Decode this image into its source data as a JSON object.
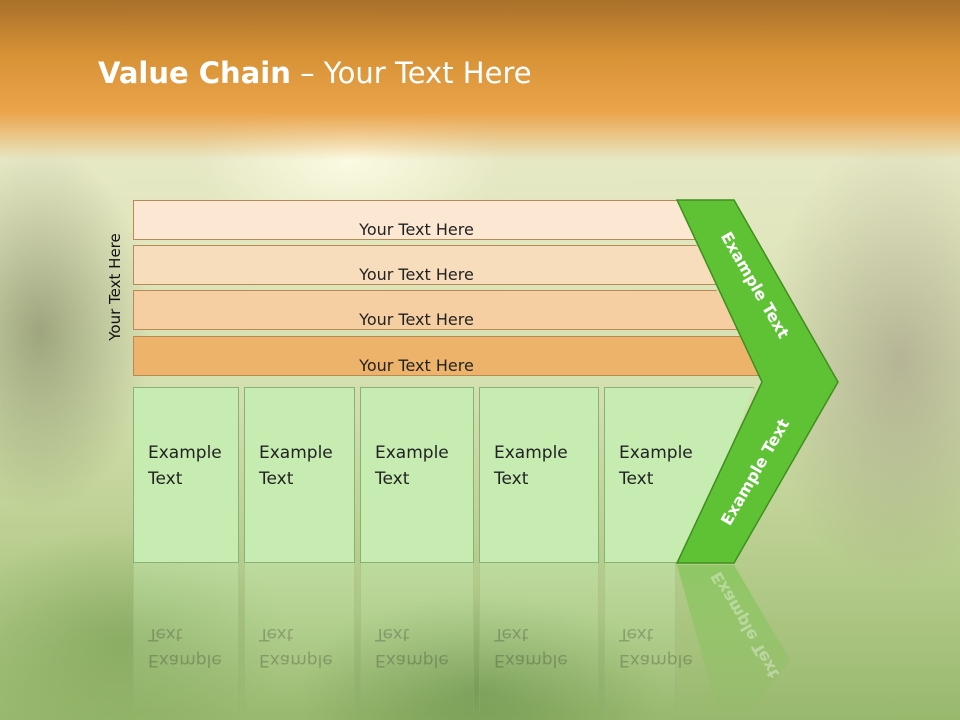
{
  "title": {
    "bold": "Value Chain",
    "rest": " – Your Text Here"
  },
  "side_label": "Your Text Here",
  "bands": [
    "Your Text Here",
    "Your Text Here",
    "Your Text Here",
    "Your Text Here"
  ],
  "columns": [
    {
      "line1": "Example",
      "line2": "Text"
    },
    {
      "line1": "Example",
      "line2": "Text"
    },
    {
      "line1": "Example",
      "line2": "Text"
    },
    {
      "line1": "Example",
      "line2": "Text"
    },
    {
      "line1": "Example",
      "line2": "Text"
    }
  ],
  "arrow": {
    "upper_label": "Example Text",
    "lower_label": "Example Text",
    "color": "#5fc235"
  },
  "colors": {
    "header": "#eba44a",
    "band_dark": "#edb36a",
    "column_fill": "#c6ecb2"
  }
}
